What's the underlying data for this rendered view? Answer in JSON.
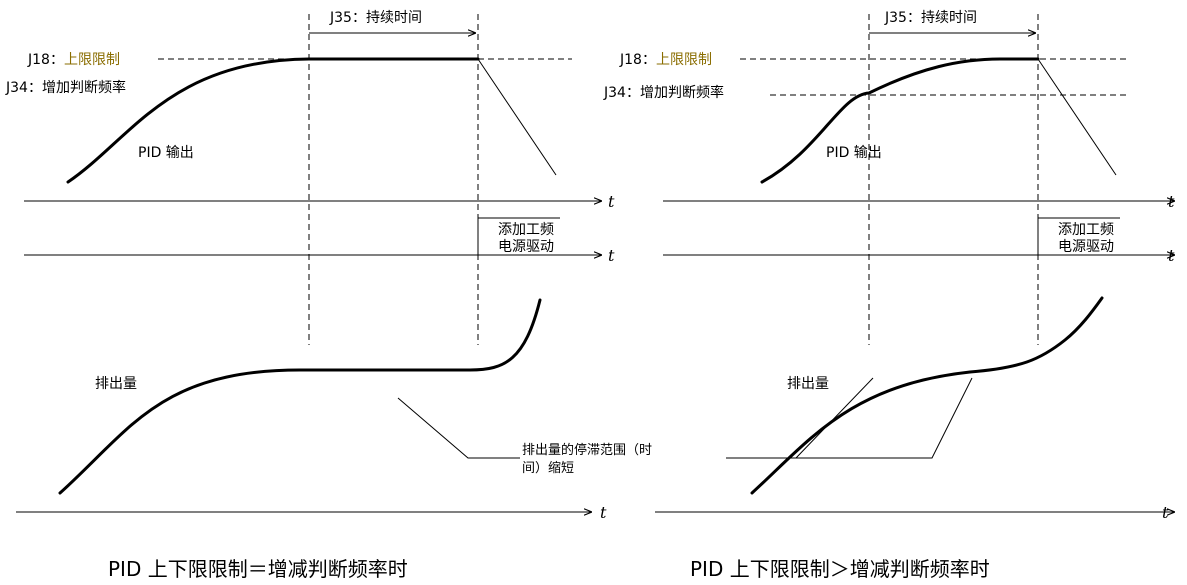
{
  "labels": {
    "j35": "J35：持续时间",
    "j18_code": "J18：",
    "j18_text": "上限限制",
    "j34": "J34：增加判断频率",
    "pid_output": "PID 输出",
    "add_power_line1": "添加工频",
    "add_power_line2": "电源驱动",
    "discharge": "排出量",
    "stagnation_line1": "排出量的停滞范围（时",
    "stagnation_line2": "间）缩短",
    "axis_t": "t"
  },
  "captions": {
    "left": "PID 上下限限制＝增减判断频率时",
    "right": "PID 上下限限制＞增减判断频率时"
  },
  "colors": {
    "line": "#000000",
    "j18_highlight": "#8a6d00"
  }
}
